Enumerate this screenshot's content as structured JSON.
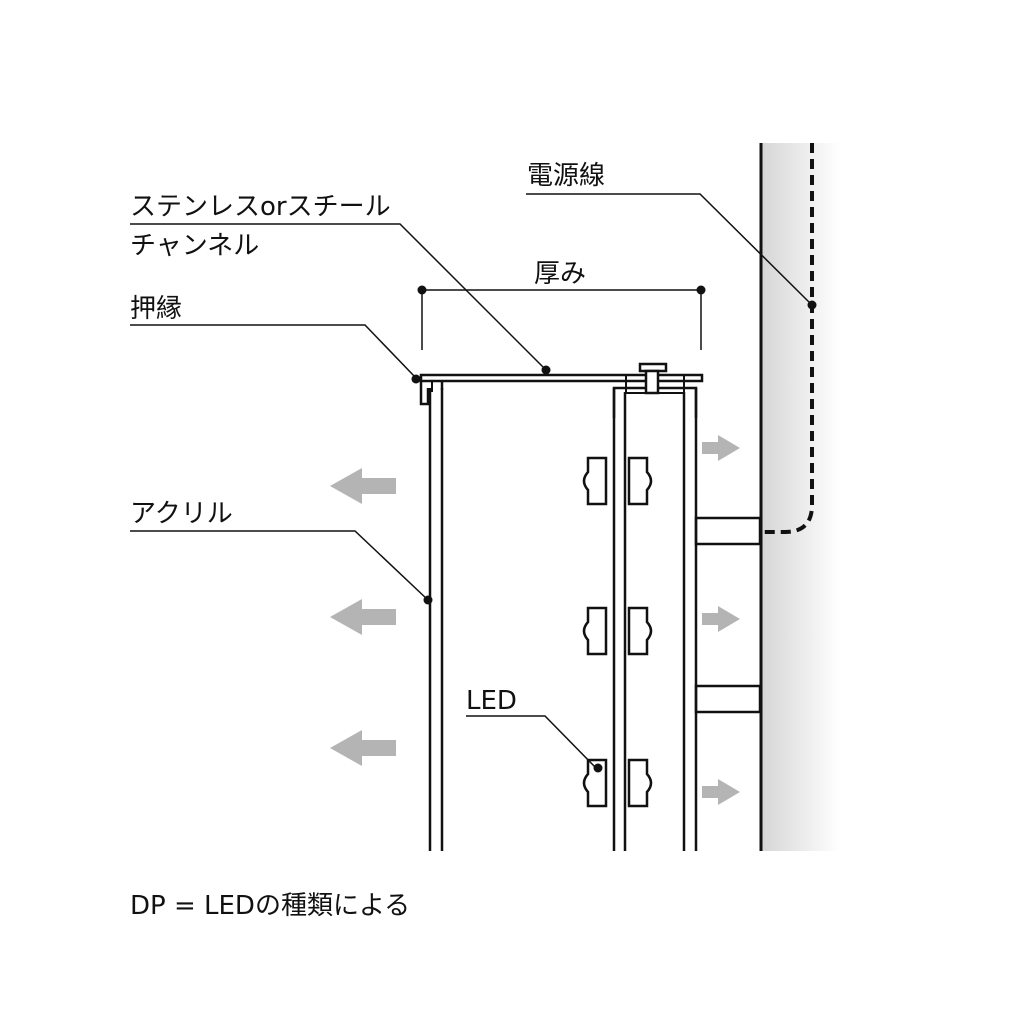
{
  "labels": {
    "power_line": "電源線",
    "channel_line1": "ステンレスorスチール",
    "channel_line2": "チャンネル",
    "thickness": "厚み",
    "frame": "押縁",
    "acrylic": "アクリル",
    "led": "LED",
    "footnote": "DP = LEDの種類による"
  },
  "colors": {
    "line": "#111111",
    "arrow": "#b4b4b4",
    "wall_shadow": "#d6d6d6"
  },
  "light_arrows": {
    "front_count": 3,
    "back_count": 3
  }
}
